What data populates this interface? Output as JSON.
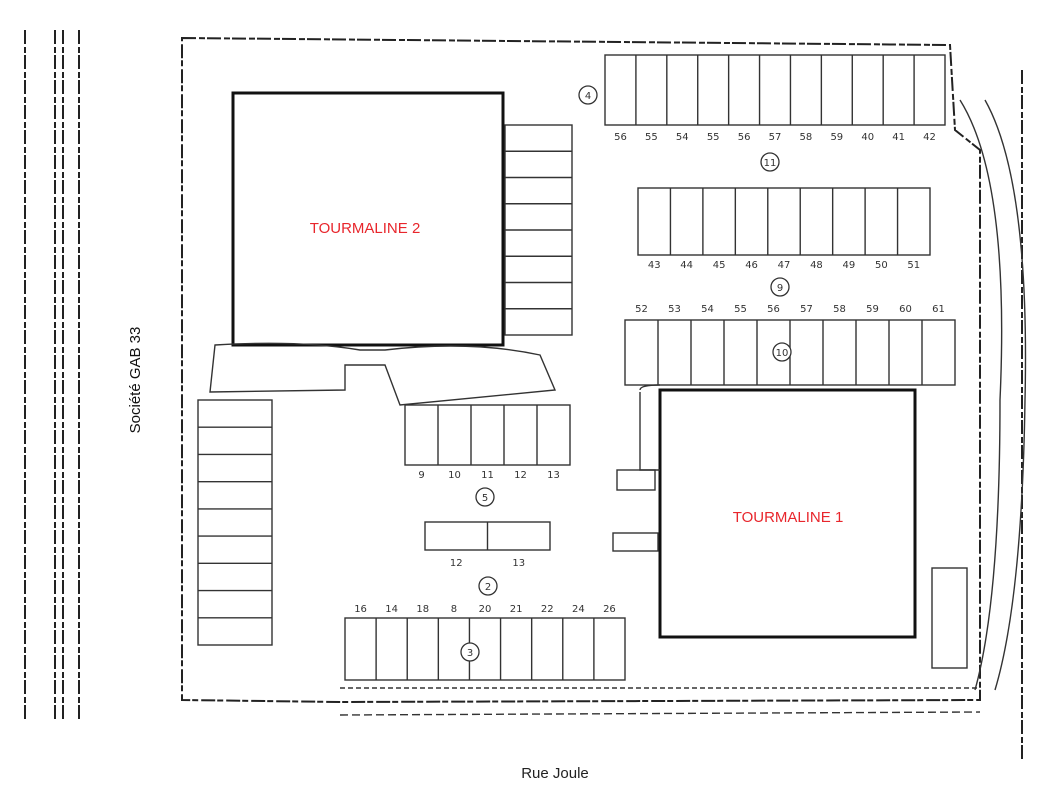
{
  "buildings": {
    "tourmaline_2": "TOURMALINE 2",
    "tourmaline_1": "TOURMALINE 1"
  },
  "labels": {
    "neighbour": "Société GAB 33",
    "street": "Rue Joule"
  },
  "colors": {
    "building_label": "#e8262c",
    "lines": "#222222"
  },
  "parking": {
    "top_row": [
      "56",
      "55",
      "54",
      "55",
      "56",
      "57",
      "58",
      "59",
      "40",
      "41",
      "42"
    ],
    "middle_row": [
      "43",
      "44",
      "45",
      "46",
      "47",
      "48",
      "49",
      "50",
      "51"
    ],
    "east_row": [
      "52",
      "53",
      "54",
      "55",
      "56",
      "57",
      "58",
      "59",
      "60",
      "61"
    ],
    "south_t2_row": [
      "9",
      "10",
      "11",
      "12",
      "13"
    ],
    "centre_pair": [
      "12",
      "13"
    ],
    "bottom_row": [
      "16",
      "14",
      "18",
      "8",
      "20",
      "21",
      "22",
      "24",
      "26"
    ],
    "circled_lots": [
      "11",
      "5",
      "2",
      "3",
      "9",
      "10",
      "4"
    ]
  }
}
